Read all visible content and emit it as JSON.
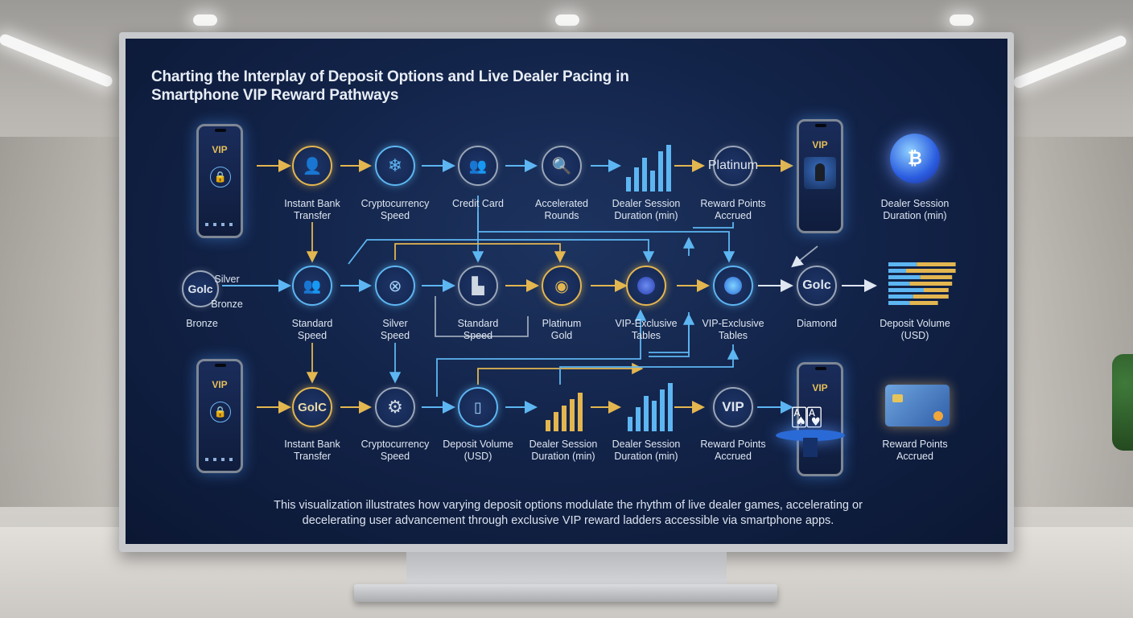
{
  "title_line1": "Charting the Interplay of Deposit Options and Live Dealer Pacing in",
  "title_line2": "Smartphone VIP Reward Pathways",
  "caption_line1": "This visualization illustrates how varying deposit options modulate the rhythm of live dealer games, accelerating or",
  "caption_line2": "decelerating user advancement through exclusive VIP reward ladders accessible via smartphone apps.",
  "phones": {
    "top_left": {
      "vip": "VIP",
      "icon": "lock-icon"
    },
    "top_right": {
      "vip": "VIP",
      "icon": "dealer-icon"
    },
    "bottom_left": {
      "vip": "VIP",
      "icon": "lock-icon"
    },
    "bottom_right": {
      "vip": "VIP",
      "icon": "cards-icon"
    }
  },
  "row1": {
    "instant_bank": {
      "l1": "Instant Bank",
      "l2": "Transfer",
      "icon": "user-icon"
    },
    "crypto": {
      "l1": "Cryptocurrency",
      "l2": "Speed",
      "icon": "snowflake-icon"
    },
    "credit": {
      "l1": "Credit Card",
      "icon": "users-lock-icon"
    },
    "accel": {
      "l1": "Accelerated",
      "l2": "Rounds",
      "icon": "magnifier-icon"
    },
    "dealer_dur": {
      "l1": "Dealer Session",
      "l2": "Duration (min)"
    },
    "reward": {
      "l1": "Reward Points",
      "l2": "Accrued",
      "node_text": "Platinum"
    },
    "coin_dur": {
      "l1": "Dealer Session",
      "l2": "Duration (min)",
      "coin": "₿"
    }
  },
  "row2": {
    "tier_node": "Golc",
    "silver_tag": "Silver",
    "bronze_tag": "Bronze",
    "bronze_label": "Bronze",
    "standard1": {
      "l1": "Standard",
      "l2": "Speed",
      "icon": "users-icon"
    },
    "silver": {
      "l1": "Silver",
      "l2": "Speed",
      "icon": "globe-icon"
    },
    "standard2": {
      "l1": "Standard",
      "l2": "Speed",
      "icon": "bracket-icon"
    },
    "plat_gold": {
      "l1": "Platinum",
      "l2": "Gold",
      "icon": "eye-icon"
    },
    "vip_tables1": {
      "l1": "VIP-Exclusive",
      "l2": "Tables",
      "icon": "coin-icon"
    },
    "vip_tables2": {
      "l1": "VIP-Exclusive",
      "l2": "Tables",
      "icon": "coin-icon"
    },
    "diamond": {
      "l1": "Diamond",
      "node_text": "Golc"
    },
    "deposit_vol": {
      "l1": "Deposit Volume",
      "l2": "(USD)"
    }
  },
  "row3": {
    "instant_bank": {
      "l1": "Instant Bank",
      "l2": "Transfer",
      "node_text": "GolC"
    },
    "crypto": {
      "l1": "Cryptocurrency",
      "l2": "Speed",
      "icon": "gear-icon"
    },
    "deposit_vol": {
      "l1": "Deposit Volume",
      "l2": "(USD)",
      "icon": "phone-icon"
    },
    "dealer_dur1": {
      "l1": "Dealer Session",
      "l2": "Duration (min)"
    },
    "dealer_dur2": {
      "l1": "Dealer Session",
      "l2": "Duration (min)"
    },
    "reward": {
      "l1": "Reward Points",
      "l2": "Accrued",
      "node_text": "VIP"
    },
    "card": {
      "l1": "Reward Points",
      "l2": "Accrued",
      "icon": "credit-card-icon"
    }
  },
  "bars": {
    "row1_bars": [
      18,
      30,
      42,
      26,
      50,
      58
    ],
    "row3_bars_gold": [
      14,
      24,
      32,
      40,
      48
    ],
    "row3_bars_blue": [
      18,
      30,
      44,
      38,
      52,
      60
    ],
    "deposit_volume_hbars": [
      {
        "gold": 0.55,
        "blue": 0.4
      },
      {
        "gold": 0.7,
        "blue": 0.25
      },
      {
        "gold": 0.45,
        "blue": 0.45
      },
      {
        "gold": 0.6,
        "blue": 0.3
      },
      {
        "gold": 0.35,
        "blue": 0.5
      },
      {
        "gold": 0.5,
        "blue": 0.35
      },
      {
        "gold": 0.4,
        "blue": 0.3
      }
    ]
  },
  "colors": {
    "gold": "#e3b650",
    "blue": "#5db6f2",
    "gray": "#9aa6b8"
  }
}
